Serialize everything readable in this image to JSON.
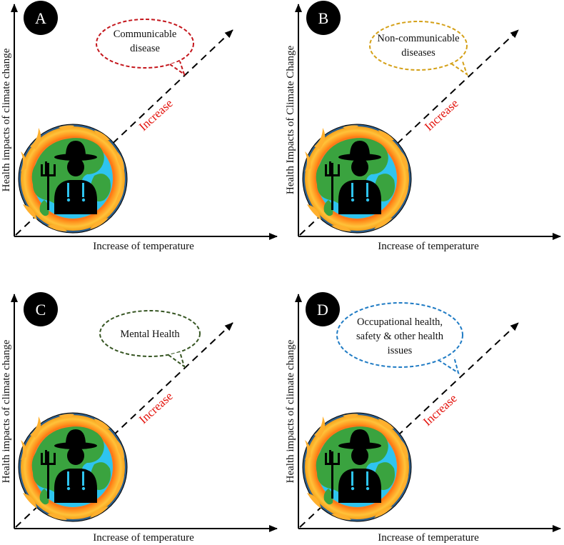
{
  "colors": {
    "increase_text": "#e3120b",
    "ocean": "#2ec4ef",
    "land": "#3aa33f",
    "fire_outer": "#f2a21b",
    "fire_inner": "#ff6a00",
    "silhouette": "#000000"
  },
  "icons": {
    "globe": "burning-globe-icon",
    "farmer": "farmer-with-pitchfork-icon",
    "arrow": "dashed-arrow-icon"
  },
  "panels": [
    {
      "badge": "A",
      "ylabel": "Health impacts of climate change",
      "xlabel": "Increase of temperature",
      "bubble_lines": [
        "Communicable",
        "disease"
      ],
      "bubble_color": "#c4161c",
      "increase_label": "Increase"
    },
    {
      "badge": "B",
      "ylabel": "Health Impacts of Climate Change",
      "xlabel": "Increase of temperature",
      "bubble_lines": [
        "Non-communicable",
        "diseases"
      ],
      "bubble_color": "#d4a017",
      "increase_label": "Increase"
    },
    {
      "badge": "C",
      "ylabel": "Health impacts of climate change",
      "xlabel": "Increase of temperature",
      "bubble_lines": [
        "Mental Health"
      ],
      "bubble_color": "#375623",
      "increase_label": "Increase"
    },
    {
      "badge": "D",
      "ylabel": "Health impacts of climate change",
      "xlabel": "Increase of temperature",
      "bubble_lines": [
        "Occupational health,",
        "safety & other health",
        "issues"
      ],
      "bubble_color": "#1f7bc4",
      "increase_label": "Increase"
    }
  ]
}
